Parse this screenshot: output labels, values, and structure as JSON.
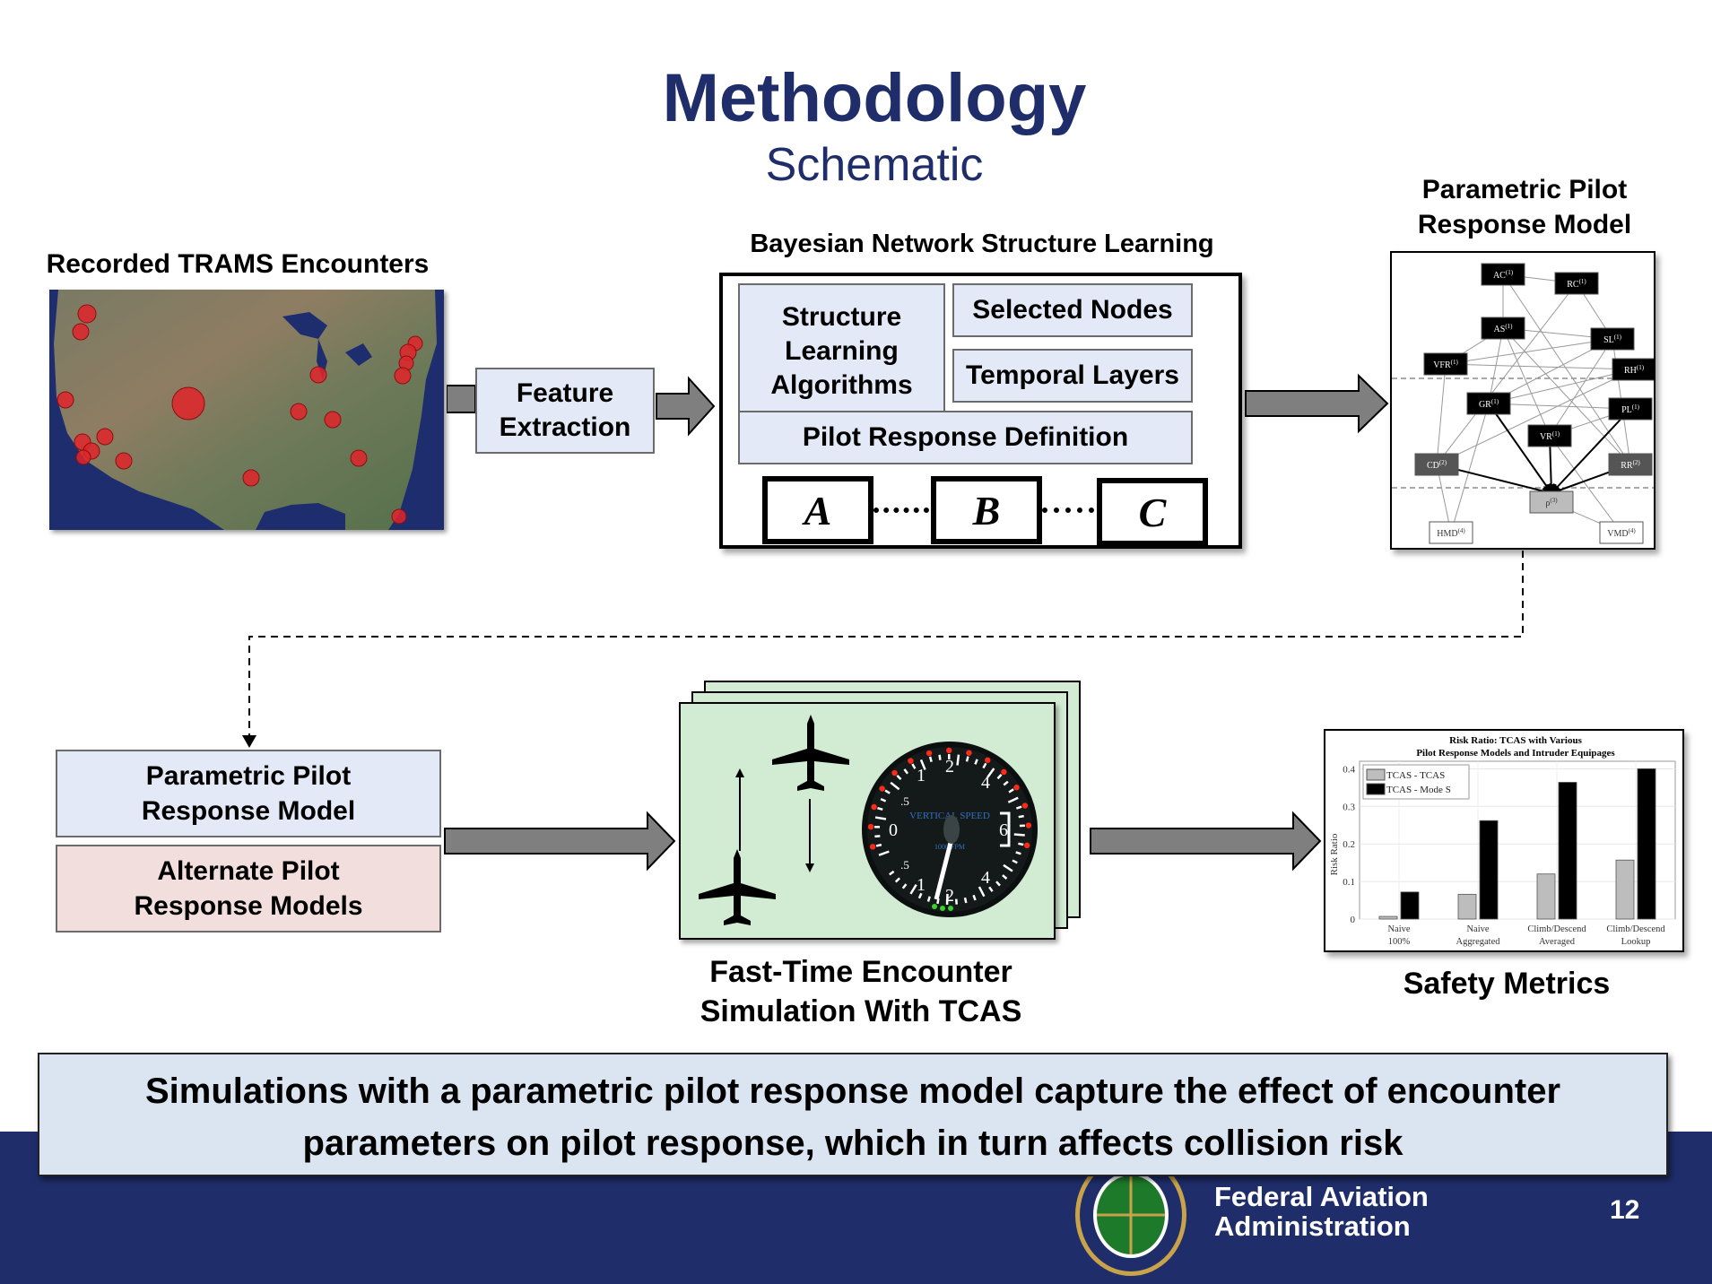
{
  "slide": {
    "title": "Methodology",
    "subtitle": "Schematic",
    "page_number": "12"
  },
  "stage1": {
    "caption": "Recorded TRAMS Encounters",
    "map_icon": "us-map-encounters-image"
  },
  "stage2": {
    "label_line1": "Feature",
    "label_line2": "Extraction"
  },
  "stage3": {
    "caption": "Bayesian Network Structure Learning",
    "boxes": {
      "structure_line1": "Structure",
      "structure_line2": "Learning",
      "structure_line3": "Algorithms",
      "selected_nodes": "Selected Nodes",
      "temporal_layers": "Temporal Layers",
      "pilot_response_definition": "Pilot Response Definition"
    },
    "nodes": [
      "A",
      "B",
      "C"
    ]
  },
  "stage4": {
    "caption_line1": "Parametric Pilot",
    "caption_line2": "Response Model",
    "network_nodes": [
      {
        "name": "AC",
        "layer": "1"
      },
      {
        "name": "RC",
        "layer": "1"
      },
      {
        "name": "AS",
        "layer": "1"
      },
      {
        "name": "SL",
        "layer": "1"
      },
      {
        "name": "VFR",
        "layer": "1"
      },
      {
        "name": "RH",
        "layer": "1"
      },
      {
        "name": "GR",
        "layer": "1"
      },
      {
        "name": "PL",
        "layer": "1"
      },
      {
        "name": "VR",
        "layer": "1"
      },
      {
        "name": "CD",
        "layer": "2"
      },
      {
        "name": "RR",
        "layer": "2"
      },
      {
        "name": "ρ",
        "layer": "3"
      },
      {
        "name": "HMD",
        "layer": "4"
      },
      {
        "name": "VMD",
        "layer": "4"
      }
    ]
  },
  "stage5": {
    "parametric_line1": "Parametric Pilot",
    "parametric_line2": "Response Model",
    "alternate_line1": "Alternate Pilot",
    "alternate_line2": "Response Models"
  },
  "stage6": {
    "caption_line1": "Fast-Time Encounter",
    "caption_line2": "Simulation With TCAS",
    "gauge": {
      "label_top": "VERTICAL SPEED",
      "label_unit": "1000 FPM",
      "ticks_up": [
        ".5",
        "1",
        "2",
        "4",
        "6"
      ],
      "ticks_down": [
        ".5",
        "1",
        "2",
        "4"
      ],
      "zero": "0"
    }
  },
  "stage7": {
    "caption": "Safety Metrics"
  },
  "chart_data": {
    "type": "bar",
    "title": "Risk Ratio: TCAS  with Various",
    "subtitle": "Pilot Response Models and Intruder Equipages",
    "xlabel": "",
    "ylabel": "Risk Ratio",
    "ylim": [
      0,
      0.42
    ],
    "yticks": [
      "0",
      "0.1",
      "0.2",
      "0.3",
      "0.4"
    ],
    "ytick_values": [
      0,
      0.1,
      0.2,
      0.3,
      0.4
    ],
    "grid": true,
    "legend_position": "top-left",
    "categories": [
      [
        "Naive",
        "100%"
      ],
      [
        "Naive",
        "Aggregated"
      ],
      [
        "Climb/Descend",
        "Averaged"
      ],
      [
        "Climb/Descend",
        "Lookup"
      ]
    ],
    "series": [
      {
        "name": "TCAS - TCAS",
        "color": "#bdbdbd",
        "values": [
          0.007,
          0.066,
          0.12,
          0.157
        ]
      },
      {
        "name": "TCAS - Mode S",
        "color": "#000000",
        "values": [
          0.072,
          0.262,
          0.364,
          0.4
        ]
      }
    ]
  },
  "banner": {
    "line1": "Simulations with a parametric pilot response model capture the effect of encounter",
    "line2": "parameters on pilot response, which in turn affects collision risk"
  },
  "footer": {
    "org_line1": "Federal Aviation",
    "org_line2": "Administration",
    "seal_icon": "faa-seal"
  },
  "colors": {
    "brand_navy": "#1f2e6b",
    "box_blue": "#e3e9f6",
    "box_pink": "#f2dedd",
    "sim_green": "#d1ecd2",
    "arrow_gray": "#7f7f7f",
    "banner_blue": "#dbe5f1"
  }
}
